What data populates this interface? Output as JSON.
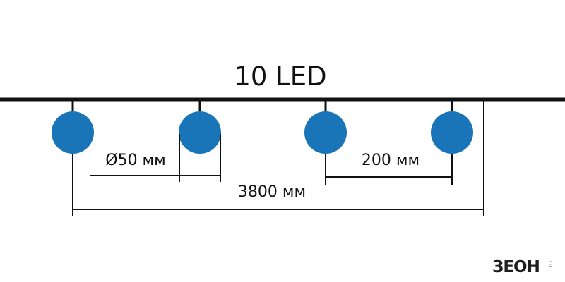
{
  "diagram": {
    "title": "10 LED",
    "bulb_diameter_label": "Ø50 мм",
    "spacing_label": "200 мм",
    "total_length_label": "3800 мм"
  },
  "logo": {
    "brand": "ЗЕОН",
    "domain": ".ru"
  },
  "colors": {
    "bulb": "#1a75b8",
    "line": "#111111",
    "background": "#ffffff"
  }
}
